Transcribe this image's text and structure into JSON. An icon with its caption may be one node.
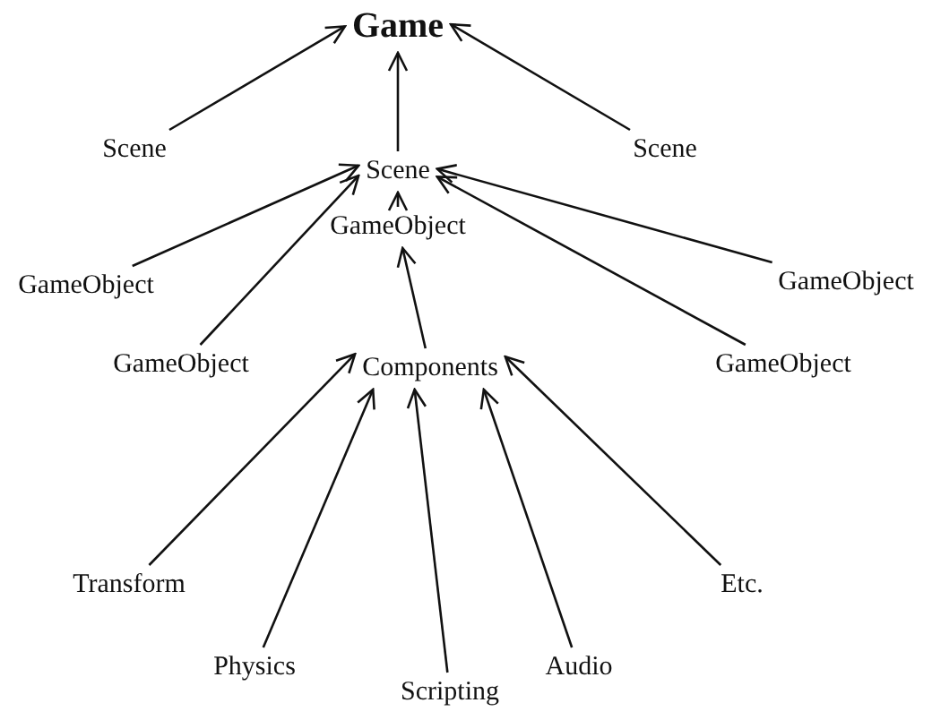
{
  "diagram": {
    "nodes": [
      {
        "text": [
          "Game"
        ]
      },
      {
        "text": [
          "Scene"
        ]
      },
      {
        "text": [
          "Scene"
        ]
      },
      {
        "text": [
          "Scene"
        ]
      },
      {
        "text": [
          "GameObject"
        ]
      },
      {
        "text": [
          "GameObject"
        ]
      },
      {
        "text": [
          "GameObject"
        ]
      },
      {
        "text": [
          "GameObject"
        ]
      },
      {
        "text": [
          "Components"
        ]
      },
      {
        "text": [
          "GameObject"
        ]
      },
      {
        "text": [
          "Transform"
        ]
      },
      {
        "text": [
          "Physics"
        ]
      },
      {
        "text": [
          "Scripting"
        ]
      },
      {
        "text": [
          "Audio"
        ]
      },
      {
        "text": [
          "Etc."
        ]
      }
    ],
    "edges": [
      {
        "from": 1,
        "to": 0,
        "arrow": "to"
      },
      {
        "from": 2,
        "to": 0,
        "arrow": "to"
      },
      {
        "from": 3,
        "to": 0,
        "arrow": "to"
      },
      {
        "from": 4,
        "to": 2,
        "arrow": "to"
      },
      {
        "from": 7,
        "to": 2,
        "arrow": "to"
      },
      {
        "from": 5,
        "to": 2,
        "arrow": "to"
      },
      {
        "from": 9,
        "to": 2,
        "arrow": "to"
      },
      {
        "from": 6,
        "to": 2,
        "arrow": "to"
      },
      {
        "from": 8,
        "to": 5,
        "arrow": "to"
      },
      {
        "from": 10,
        "to": 8,
        "arrow": "to"
      },
      {
        "from": 11,
        "to": 8,
        "arrow": "to"
      },
      {
        "from": 12,
        "to": 8,
        "arrow": "to"
      },
      {
        "from": 13,
        "to": 8,
        "arrow": "to"
      },
      {
        "from": 14,
        "to": 8,
        "arrow": "to"
      }
    ]
  }
}
